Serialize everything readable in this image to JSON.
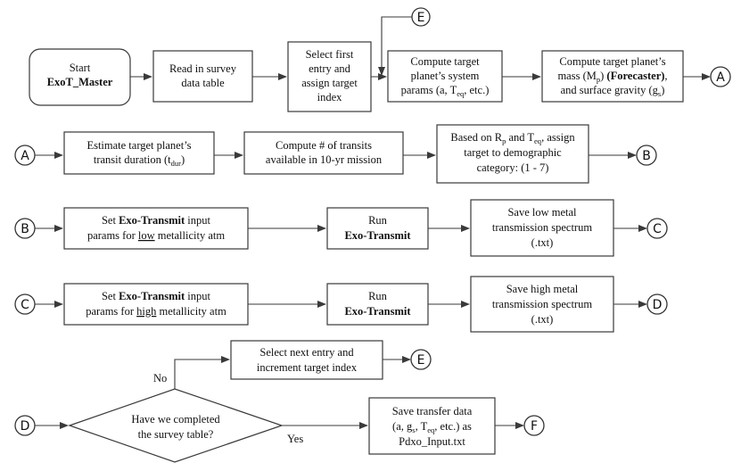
{
  "connectors": {
    "A": "A",
    "B": "B",
    "C": "C",
    "D": "D",
    "E": "E",
    "F": "F"
  },
  "row1": {
    "start": {
      "line1": "Start",
      "line2": "ExoT_Master"
    },
    "read": {
      "line1": "Read in survey",
      "line2": "data table"
    },
    "select_first": {
      "line1": "Select first",
      "line2": "entry and",
      "line3": "assign target",
      "line4": "index"
    },
    "compute_params": {
      "line1": "Compute target",
      "line2": "planet’s system",
      "line3_a": "params (a, T",
      "line3_sub": "eq",
      "line3_b": ", etc.)"
    },
    "compute_mass": {
      "line1": "Compute target planet’s",
      "line2_a": "mass (M",
      "line2_sub": "p",
      "line2_b": ") ",
      "line2_bold": "(Forecaster)",
      "line2_c": ",",
      "line3_a": "and surface gravity (g",
      "line3_sub": "s",
      "line3_b": ")"
    }
  },
  "row2": {
    "duration": {
      "line1": "Estimate target planet’s",
      "line2_a": "transit duration (t",
      "line2_sub": "dur",
      "line2_b": ")"
    },
    "transits": {
      "line1": "Compute # of transits",
      "line2": "available in 10-yr mission"
    },
    "category": {
      "line1_a": "Based on R",
      "line1_sub1": "p",
      "line1_b": " and T",
      "line1_sub2": "eq",
      "line1_c": ", assign",
      "line2": "target to demographic",
      "line3": "category: (1 - 7)"
    }
  },
  "row3": {
    "set_low": {
      "line1_a": "Set ",
      "line1_bold": "Exo-Transmit",
      "line1_b": " input",
      "line2_a": "params for ",
      "line2_u": "low",
      "line2_b": " metallicity atm"
    },
    "run": {
      "line1": "Run",
      "line2": "Exo-Transmit"
    },
    "save_low": {
      "line1": "Save low metal",
      "line2": "transmission spectrum",
      "line3": "(.txt)"
    }
  },
  "row4": {
    "set_high": {
      "line1_a": "Set ",
      "line1_bold": "Exo-Transmit",
      "line1_b": " input",
      "line2_a": "params for ",
      "line2_u": "high",
      "line2_b": " metallicity atm"
    },
    "run": {
      "line1": "Run",
      "line2": "Exo-Transmit"
    },
    "save_high": {
      "line1": "Save high metal",
      "line2": "transmission spectrum",
      "line3": "(.txt)"
    }
  },
  "row5": {
    "select_next": {
      "line1": "Select next entry and",
      "line2": "increment target index"
    },
    "no_label": "No",
    "decision": {
      "line1": "Have we completed",
      "line2": "the survey table?"
    },
    "yes_label": "Yes",
    "save_transfer": {
      "line1": "Save transfer data",
      "line2_a": "(a, g",
      "line2_sub1": "s",
      "line2_b": ", T",
      "line2_sub2": "eq",
      "line2_c": ", etc.) as",
      "line3": "Pdxo_Input.txt"
    }
  }
}
